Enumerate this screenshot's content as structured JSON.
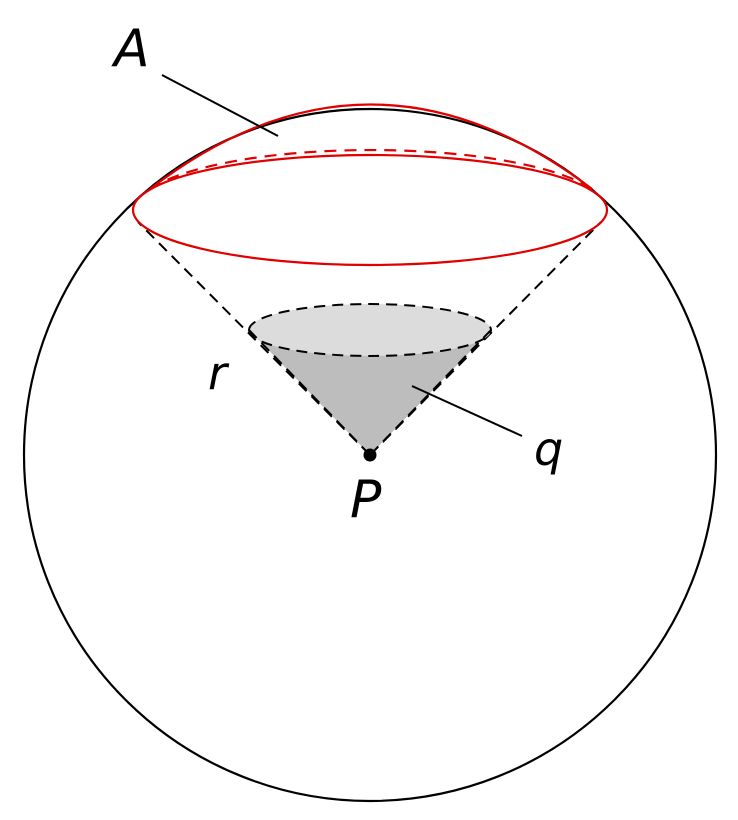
{
  "labels": {
    "area": "A",
    "radius": "r",
    "solid_angle": "q",
    "point": "P"
  },
  "colors": {
    "cap": "#e00000",
    "sphere": "#000000",
    "cone_fill": "#bdbdbd",
    "cone_base_fill": "#dcdcdc"
  }
}
